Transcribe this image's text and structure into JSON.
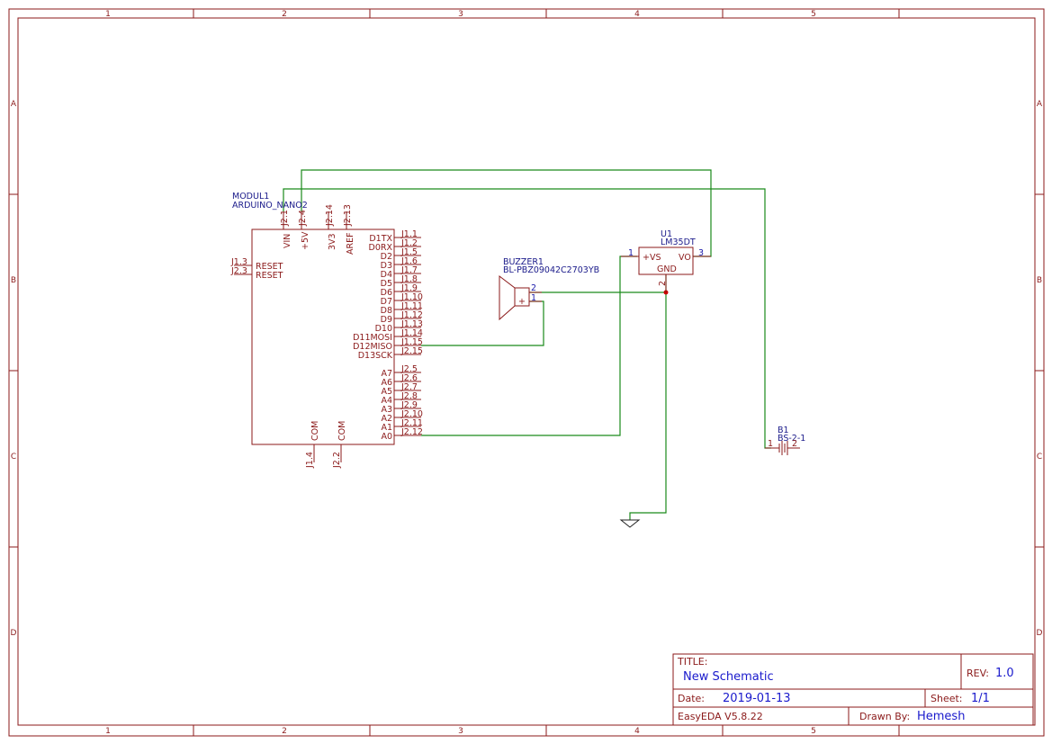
{
  "frame": {
    "columns": [
      "1",
      "2",
      "3",
      "4",
      "5"
    ],
    "rows": [
      "A",
      "B",
      "C",
      "D"
    ]
  },
  "modul1": {
    "ref": "MODUL1",
    "value": "ARDUINO_NANO2",
    "top_pins": [
      {
        "num": "J2.1",
        "name": "VIN"
      },
      {
        "num": "J2.4",
        "name": "+5V"
      },
      {
        "num": "J2.14",
        "name": "3V3"
      },
      {
        "num": "J2.13",
        "name": "AREF"
      }
    ],
    "left_pins": [
      {
        "num": "J1.3",
        "name": "RESET"
      },
      {
        "num": "J2.3",
        "name": "RESET"
      }
    ],
    "right_pins_upper": [
      {
        "num": "J1.1",
        "name": "D1TX"
      },
      {
        "num": "J1.2",
        "name": "D0RX"
      },
      {
        "num": "J1.5",
        "name": "D2"
      },
      {
        "num": "J1.6",
        "name": "D3"
      },
      {
        "num": "J1.7",
        "name": "D4"
      },
      {
        "num": "J1.8",
        "name": "D5"
      },
      {
        "num": "J1.9",
        "name": "D6"
      },
      {
        "num": "J1.10",
        "name": "D7"
      },
      {
        "num": "J1.11",
        "name": "D8"
      },
      {
        "num": "J1.12",
        "name": "D9"
      },
      {
        "num": "J1.13",
        "name": "D10"
      },
      {
        "num": "J1.14",
        "name": "D11MOSI"
      },
      {
        "num": "J1.15",
        "name": "D12MISO"
      },
      {
        "num": "J2.15",
        "name": "D13SCK"
      }
    ],
    "right_pins_lower": [
      {
        "num": "J2.5",
        "name": "A7"
      },
      {
        "num": "J2.6",
        "name": "A6"
      },
      {
        "num": "J2.7",
        "name": "A5"
      },
      {
        "num": "J2.8",
        "name": "A4"
      },
      {
        "num": "J2.9",
        "name": "A3"
      },
      {
        "num": "J2.10",
        "name": "A2"
      },
      {
        "num": "J2.11",
        "name": "A1"
      },
      {
        "num": "J2.12",
        "name": "A0"
      }
    ],
    "bottom_pins": [
      {
        "num": "J1.4",
        "name": "COM"
      },
      {
        "num": "J2.2",
        "name": "COM"
      }
    ]
  },
  "buzzer": {
    "ref": "BUZZER1",
    "value": "BL-PBZ09042C2703YB",
    "pin2": "2",
    "pin1": "1",
    "plus": "+"
  },
  "u1": {
    "ref": "U1",
    "value": "LM35DT",
    "pin1_num": "1",
    "pin1_name": "+VS",
    "pin3_num": "3",
    "pin3_name": "VO",
    "pin2_num": "2",
    "pin2_name": "GND"
  },
  "b1": {
    "ref": "B1",
    "value": "BS-2-1",
    "pin1": "1",
    "pin2": "2"
  },
  "title_block": {
    "title_label": "TITLE:",
    "title_value": "New Schematic",
    "rev_label": "REV:",
    "rev_value": "1.0",
    "date_label": "Date:",
    "date_value": "2019-01-13",
    "sheet_label": "Sheet:",
    "sheet_value": "1/1",
    "software": "EasyEDA V5.8.22",
    "drawn_label": "Drawn By:",
    "drawn_value": "Hemesh"
  },
  "colors": {
    "frame": "#8b1a1a",
    "wire": "#1a8a1a",
    "label_blue": "#1a1a8a",
    "junction": "#cc0000"
  }
}
